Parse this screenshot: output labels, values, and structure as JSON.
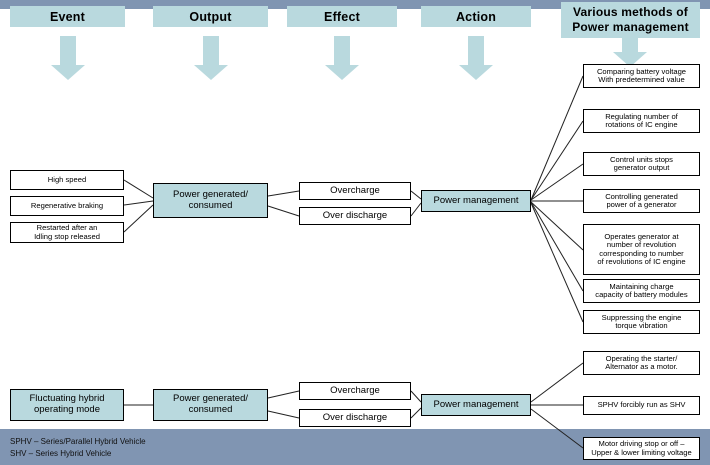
{
  "diagram": {
    "title_bars": {
      "top_color": "#8095b2",
      "bottom_color": "#8095b2"
    },
    "accent_color": "#b9d9de",
    "headers": [
      {
        "label": "Event"
      },
      {
        "label": "Output"
      },
      {
        "label": "Effect"
      },
      {
        "label": "Action"
      },
      {
        "label": "Various methods of\nPower management"
      }
    ],
    "row1": {
      "events": [
        {
          "label": "High speed"
        },
        {
          "label": "Regenerative braking"
        },
        {
          "label": "Restarted after an\nIdling stop released"
        }
      ],
      "output": {
        "label": "Power generated/\nconsumed"
      },
      "effects": [
        {
          "label": "Overcharge"
        },
        {
          "label": "Over discharge"
        }
      ],
      "action": {
        "label": "Power management"
      },
      "methods": [
        {
          "label": "Comparing battery voltage\nWith predetermined value"
        },
        {
          "label": "Regulating number of\nrotations of IC engine"
        },
        {
          "label": "Control units stops\ngenerator output"
        },
        {
          "label": "Controlling generated\npower of a generator"
        },
        {
          "label": "Operates generator at\nnumber of revolution\ncorresponding to number\nof revolutions of IC engine"
        },
        {
          "label": "Maintaining charge\ncapacity of battery modules"
        },
        {
          "label": "Suppressing the engine\ntorque vibration"
        }
      ]
    },
    "row2": {
      "event": {
        "label": "Fluctuating hybrid\noperating mode"
      },
      "output": {
        "label": "Power generated/\nconsumed"
      },
      "effects": [
        {
          "label": "Overcharge"
        },
        {
          "label": "Over discharge"
        }
      ],
      "action": {
        "label": "Power management"
      },
      "methods": [
        {
          "label": "Operating the starter/\nAlternator as a motor."
        },
        {
          "label": "SPHV forcibly run as SHV"
        },
        {
          "label": "Motor driving stop or off –\nUpper & lower limiting voltage"
        }
      ]
    },
    "legend": "SPHV – Series/Parallel Hybrid Vehicle\nSHV – Series Hybrid Vehicle"
  }
}
